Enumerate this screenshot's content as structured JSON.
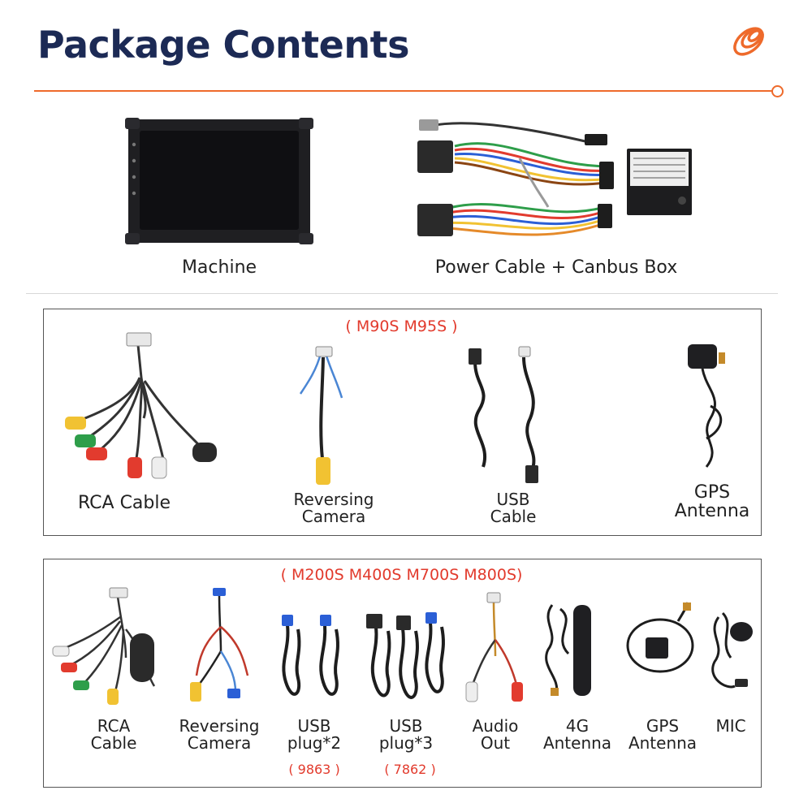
{
  "header": {
    "title": "Package Contents",
    "brand_logo_icon": "orange-spiral-logo-icon"
  },
  "top_items": [
    {
      "label": "Machine",
      "icon": "head-unit-icon"
    },
    {
      "label": "Power Cable + Canbus Box",
      "icon": "power-cable-canbus-icon"
    }
  ],
  "group1": {
    "models": "( M90S M95S )",
    "items": [
      {
        "label": "RCA Cable",
        "icon": "rca-cable-icon"
      },
      {
        "label_line1": "Reversing",
        "label_line2": "Camera",
        "icon": "reversing-camera-cable-icon"
      },
      {
        "label_line1": "USB",
        "label_line2": "Cable",
        "icon": "usb-cable-icon"
      },
      {
        "label_line1": "GPS",
        "label_line2": "Antenna",
        "icon": "gps-antenna-icon"
      }
    ]
  },
  "group2": {
    "models": "( M200S M400S M700S M800S)",
    "items": [
      {
        "label_line1": "RCA",
        "label_line2": "Cable",
        "icon": "rca-cable-icon"
      },
      {
        "label_line1": "Reversing",
        "label_line2": "Camera",
        "icon": "reversing-camera-cable-icon"
      },
      {
        "label_line1": "USB",
        "label_line2": "plug*2",
        "note": "( 9863 )",
        "icon": "usb-plug-icon"
      },
      {
        "label_line1": "USB",
        "label_line2": "plug*3",
        "note": "( 7862 )",
        "icon": "usb-plug-icon"
      },
      {
        "label_line1": "Audio",
        "label_line2": "Out",
        "icon": "audio-out-cable-icon"
      },
      {
        "label_line1": "4G",
        "label_line2": "Antenna",
        "icon": "4g-antenna-icon"
      },
      {
        "label_line1": "GPS",
        "label_line2": "Antenna",
        "icon": "gps-antenna-icon"
      },
      {
        "label": "MIC",
        "icon": "microphone-icon"
      }
    ]
  },
  "colors": {
    "title": "#1c2a55",
    "accent": "#ee6a2b",
    "model_text": "#e23a2c"
  }
}
